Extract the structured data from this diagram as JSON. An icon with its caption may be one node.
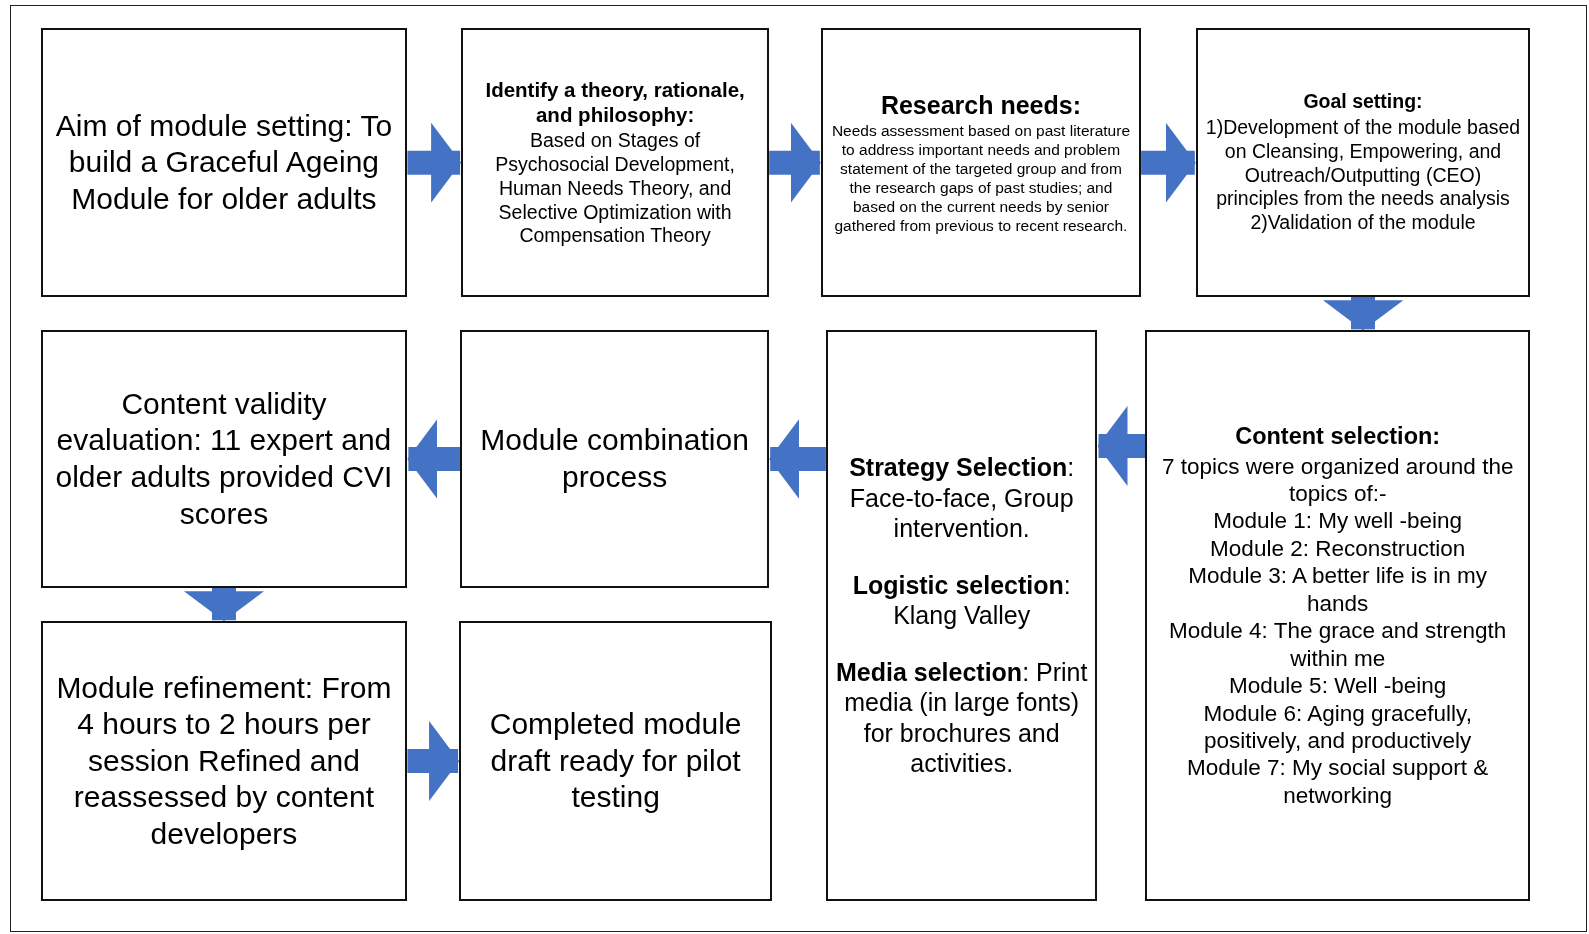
{
  "diagram": {
    "nodes": [
      {
        "text": [
          "Aim of module setting: To build a Graceful Ageing Module for older adults"
        ]
      },
      {
        "text": [
          "Identify a theory, rationale, and philosophy:",
          "Based on Stages of Psychosocial Development, Human Needs Theory, and Selective Optimization with Compensation Theory"
        ]
      },
      {
        "text": [
          "**Research needs**:",
          "Needs assessment based on past literature to address important needs and problem statement of the targeted group and from the research gaps of past studies; and based on the current needs by senior gathered from previous to recent research."
        ]
      },
      {
        "text": [
          "Goal setting:",
          "1)Development of the module based on Cleansing, Empowering, and Outreach/Outputting (CEO) principles from the needs analysis",
          "2)Validation of the module"
        ]
      },
      {
        "text": [
          "Content selection:",
          "7 topics were organized around the topics of:-",
          "Module 1: My well -being",
          "Module 2: Reconstruction",
          "Module 3: A better life is in my hands",
          "Module 4: The grace and strength within me",
          "Module 5: Well -being",
          "Module 6: Aging gracefully, positively, and productively",
          "Module 7: My social support & networking"
        ]
      },
      {
        "text": [
          "**Strategy Selection**: Face-to-face, Group intervention.",
          "**Logistic selection**: Klang Valley",
          "**Media selection**: Print media (in large fonts) for brochures and activities."
        ]
      },
      {
        "text": [
          "Module combination process"
        ]
      },
      {
        "text": [
          "Content validity evaluation: 11 expert and older adults provided CVI scores"
        ]
      },
      {
        "text": [
          "Module refinement: From 4 hours to 2 hours per session Refined and reassessed by content developers"
        ]
      },
      {
        "text": [
          "Completed module draft ready for pilot testing"
        ]
      }
    ],
    "edges": [
      {
        "from": 0,
        "to": 1,
        "arrow": "to"
      },
      {
        "from": 1,
        "to": 2,
        "arrow": "to"
      },
      {
        "from": 2,
        "to": 3,
        "arrow": "to"
      },
      {
        "from": 3,
        "to": 4,
        "arrow": "to"
      },
      {
        "from": 4,
        "to": 5,
        "arrow": "to"
      },
      {
        "from": 5,
        "to": 6,
        "arrow": "to"
      },
      {
        "from": 6,
        "to": 7,
        "arrow": "to"
      },
      {
        "from": 7,
        "to": 8,
        "arrow": "to"
      },
      {
        "from": 8,
        "to": 9,
        "arrow": "to"
      }
    ]
  }
}
